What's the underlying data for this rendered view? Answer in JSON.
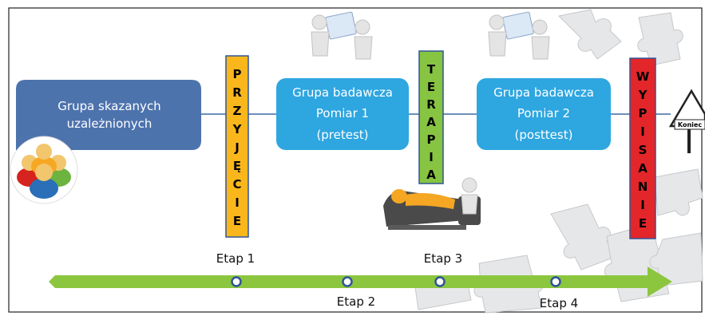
{
  "boxes": {
    "group": {
      "line1": "Grupa skazanych",
      "line2": "uzależnionych"
    },
    "pomiar1": {
      "line1": "Grupa badawcza",
      "line2": "Pomiar 1",
      "line3": "(pretest)"
    },
    "pomiar2": {
      "line1": "Grupa badawcza",
      "line2": "Pomiar 2",
      "line3": "(posttest)"
    }
  },
  "bars": {
    "przyjecie": [
      "P",
      "R",
      "Z",
      "Y",
      "J",
      "Ę",
      "C",
      "I",
      "E"
    ],
    "terapia": [
      "T",
      "E",
      "R",
      "A",
      "P",
      "I",
      "A"
    ],
    "wypisanie": [
      "W",
      "Y",
      "P",
      "I",
      "S",
      "A",
      "N",
      "I",
      "E"
    ]
  },
  "etapy": {
    "e1": "Etap 1",
    "e2": "Etap 2",
    "e3": "Etap 3",
    "e4": "Etap 4"
  },
  "sign": {
    "label": "Koniec"
  },
  "colors": {
    "group_box": "#4d73ad",
    "pomiar_box": "#2ea6e0",
    "przyjecie": "#f9b71c",
    "terapia": "#86c441",
    "wypisanie": "#e3262a",
    "arrow": "#8cc63f",
    "connector": "#3e6aa6"
  }
}
